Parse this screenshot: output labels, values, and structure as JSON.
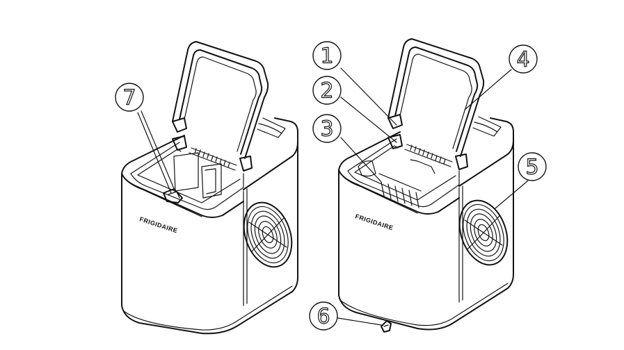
{
  "brand_label": "FRIGIDAIRE",
  "callouts": [
    {
      "id": "callout-1",
      "number": "1"
    },
    {
      "id": "callout-2",
      "number": "2"
    },
    {
      "id": "callout-3",
      "number": "3"
    },
    {
      "id": "callout-4",
      "number": "4"
    },
    {
      "id": "callout-5",
      "number": "5"
    },
    {
      "id": "callout-6",
      "number": "6"
    },
    {
      "id": "callout-7",
      "number": "7"
    }
  ]
}
